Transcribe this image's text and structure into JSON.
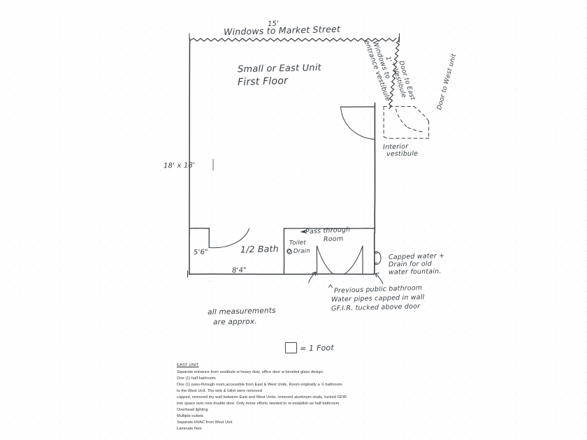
{
  "document": {
    "type": "hand-drawn-floor-plan",
    "sheet_title": "Small or East Unit — First Floor"
  },
  "plan_labels": {
    "top_dimension": "15'",
    "top_note": "Windows to Market Street",
    "unit_name": "Small or East Unit",
    "floor_name": "First Floor",
    "right_windows_note_line1": "Windows to",
    "right_windows_note_line2": "entrance vestibule",
    "right_windows_dim": "1'",
    "door_east_note_line1": "Door to East",
    "door_east_note_line2": "+ Vestibule",
    "door_west_note": "Door to West unit",
    "interior_vestibule_line1": "Interior",
    "interior_vestibule_line2": "vestibule",
    "left_dimension": "18' x 18'",
    "bath_left_dimension": "5'6\"",
    "bath_label": "1/2 Bath",
    "bath_bottom_dimension": "8'4\"",
    "toilet_line1": "Toilet",
    "toilet_line2": "O Drain",
    "pass_through_line1": "Pass through",
    "pass_through_line2": "Room",
    "capped_water_line1": "Capped water +",
    "capped_water_line2": "Drain for old",
    "capped_water_line3": "water fountain.",
    "previous_bathroom_line1": "Previous public bathroom",
    "previous_bathroom_line2": "Water pipes capped in wall",
    "previous_bathroom_line3": "GF.I.R. tucked above door",
    "approx_line1": "all measurements",
    "approx_line2": "are approx.",
    "scale_note": "= 1 Foot"
  },
  "printed_notes": {
    "title": "EAST UNIT",
    "lines": [
      "Separate entrance from vestibule w heavy duty, office door w beveled glass design.",
      "One (1) half bathroom",
      "One (1) pass-through room,accessible from East & West Units. Room originally a ½ bathroom",
      "to the West Unit. The sink & toilet were removed",
      "capped, removed dry wall between East and West Units, removed aluminum studs, tucked GFIR",
      "into space over new double door. Only minor efforts needed to re-establish  as half bathroom.",
      "Overhead lighting",
      "Multiple outlets",
      "Separate HVAC from West Unit",
      "Laminate floor"
    ]
  },
  "colors": {
    "ink": "#3a4046",
    "paper": "#fefefe",
    "grid_dot": "#9496a0"
  }
}
